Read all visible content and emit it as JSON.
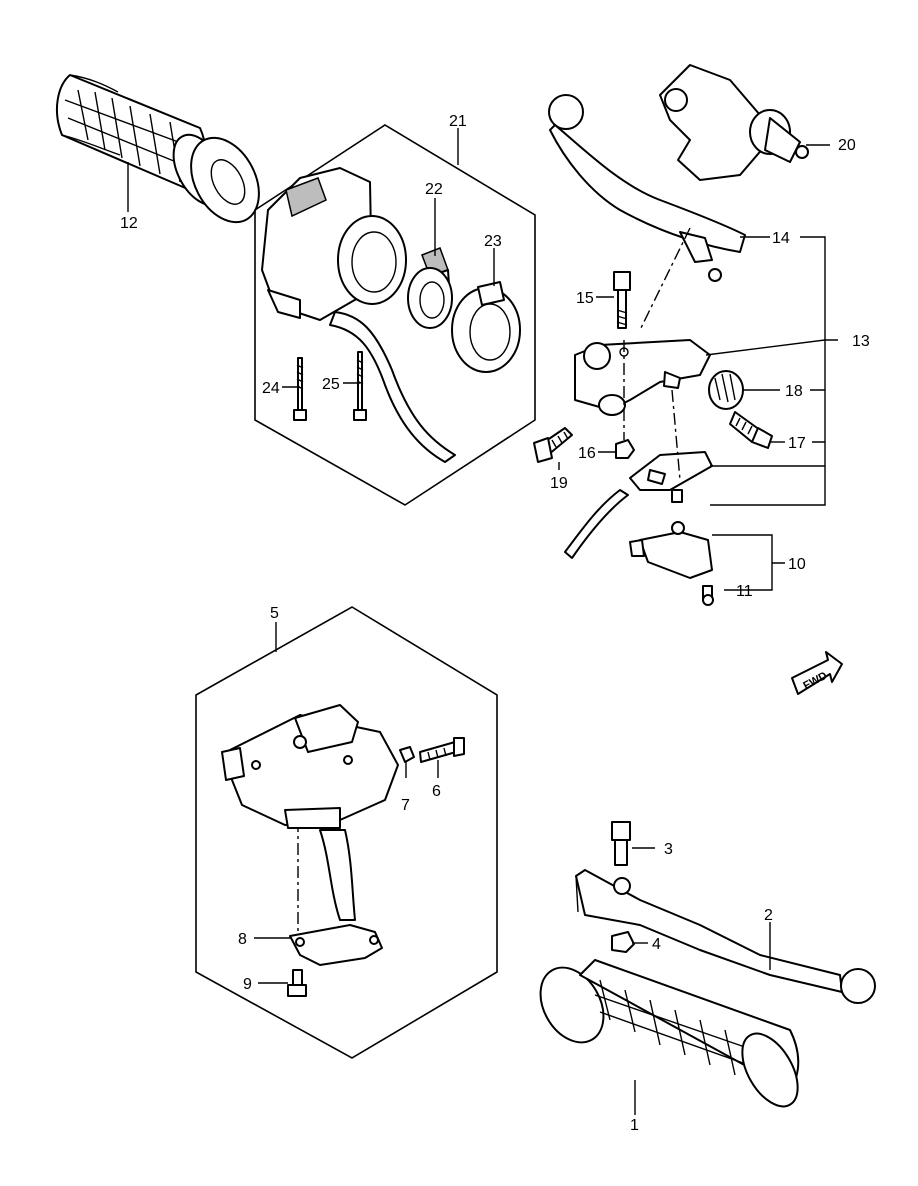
{
  "callouts": [
    {
      "id": "c1",
      "label": "1"
    },
    {
      "id": "c2",
      "label": "2"
    },
    {
      "id": "c3",
      "label": "3"
    },
    {
      "id": "c4",
      "label": "4"
    },
    {
      "id": "c5",
      "label": "5"
    },
    {
      "id": "c6",
      "label": "6"
    },
    {
      "id": "c7",
      "label": "7"
    },
    {
      "id": "c8",
      "label": "8"
    },
    {
      "id": "c9",
      "label": "9"
    },
    {
      "id": "c10",
      "label": "10"
    },
    {
      "id": "c11",
      "label": "11"
    },
    {
      "id": "c12",
      "label": "12"
    },
    {
      "id": "c13",
      "label": "13"
    },
    {
      "id": "c14",
      "label": "14"
    },
    {
      "id": "c15",
      "label": "15"
    },
    {
      "id": "c16",
      "label": "16"
    },
    {
      "id": "c17",
      "label": "17"
    },
    {
      "id": "c18",
      "label": "18"
    },
    {
      "id": "c19",
      "label": "19"
    },
    {
      "id": "c20",
      "label": "20"
    },
    {
      "id": "c21",
      "label": "21"
    },
    {
      "id": "c22",
      "label": "22"
    },
    {
      "id": "c23",
      "label": "23"
    },
    {
      "id": "c24",
      "label": "24"
    },
    {
      "id": "c25",
      "label": "25"
    }
  ],
  "fwd_arrow_label": "FWD"
}
